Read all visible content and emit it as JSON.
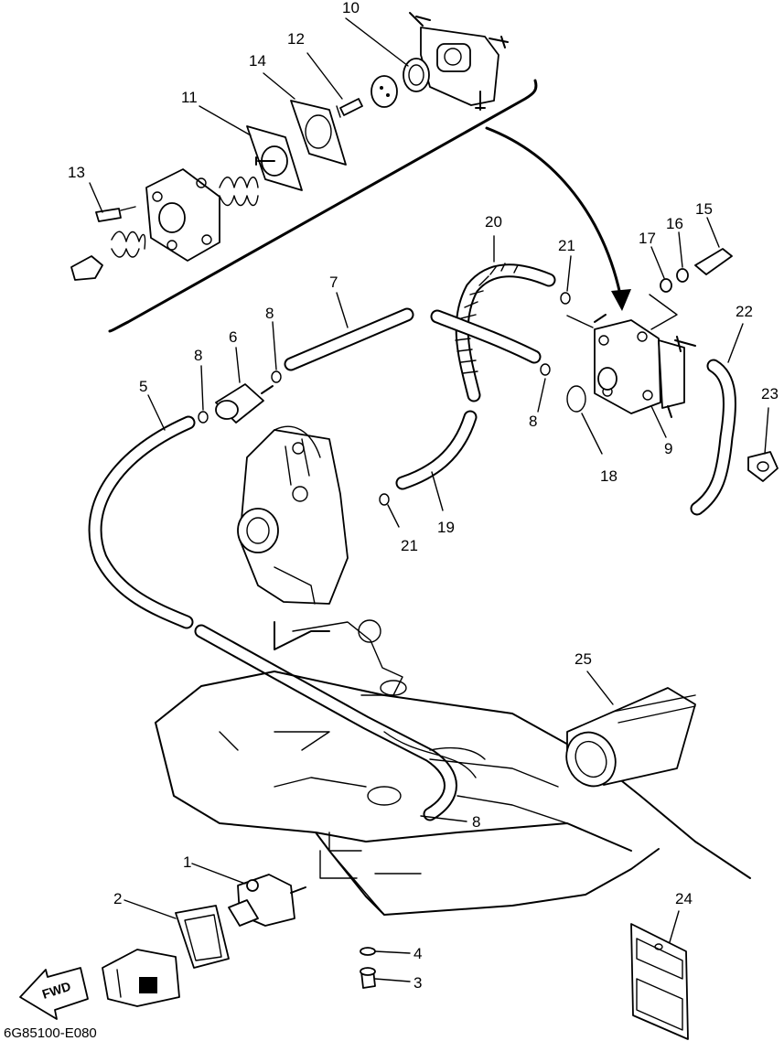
{
  "diagram": {
    "footer_code": "6G85100-E080",
    "fwd_label": "FWD",
    "part_labels": [
      {
        "id": "1",
        "text": "1"
      },
      {
        "id": "2",
        "text": "2"
      },
      {
        "id": "3",
        "text": "3"
      },
      {
        "id": "4",
        "text": "4"
      },
      {
        "id": "5",
        "text": "5"
      },
      {
        "id": "6",
        "text": "6"
      },
      {
        "id": "7",
        "text": "7"
      },
      {
        "id": "8a",
        "text": "8"
      },
      {
        "id": "8b",
        "text": "8"
      },
      {
        "id": "8c",
        "text": "8"
      },
      {
        "id": "8d",
        "text": "8"
      },
      {
        "id": "9",
        "text": "9"
      },
      {
        "id": "10",
        "text": "10"
      },
      {
        "id": "11",
        "text": "11"
      },
      {
        "id": "12",
        "text": "12"
      },
      {
        "id": "13",
        "text": "13"
      },
      {
        "id": "14",
        "text": "14"
      },
      {
        "id": "15",
        "text": "15"
      },
      {
        "id": "16",
        "text": "16"
      },
      {
        "id": "17",
        "text": "17"
      },
      {
        "id": "18",
        "text": "18"
      },
      {
        "id": "19",
        "text": "19"
      },
      {
        "id": "20",
        "text": "20"
      },
      {
        "id": "21a",
        "text": "21"
      },
      {
        "id": "21b",
        "text": "21"
      },
      {
        "id": "22",
        "text": "22"
      },
      {
        "id": "23",
        "text": "23"
      },
      {
        "id": "24",
        "text": "24"
      },
      {
        "id": "25",
        "text": "25"
      }
    ]
  }
}
